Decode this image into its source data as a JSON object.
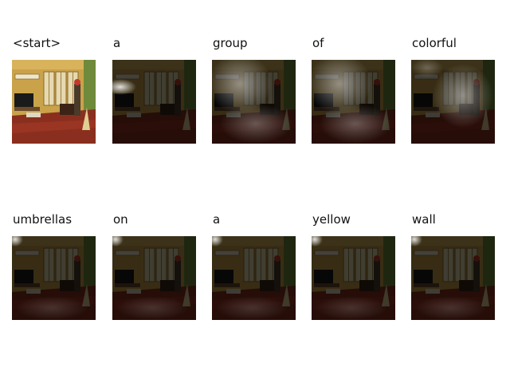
{
  "rows": [
    {
      "cells": [
        {
          "word": "<start>",
          "image": "room-original",
          "attention": "none"
        },
        {
          "word": "a",
          "image": "room-attention",
          "attention": "left-edge"
        },
        {
          "word": "group",
          "image": "room-attention",
          "attention": "diffuse-center"
        },
        {
          "word": "of",
          "image": "room-attention",
          "attention": "diffuse-center"
        },
        {
          "word": "colorful",
          "image": "room-attention",
          "attention": "diffuse-right"
        }
      ]
    },
    {
      "cells": [
        {
          "word": "umbrellas",
          "image": "room-attention",
          "attention": "top-left"
        },
        {
          "word": "on",
          "image": "room-attention",
          "attention": "top-left"
        },
        {
          "word": "a",
          "image": "room-attention",
          "attention": "top-left"
        },
        {
          "word": "yellow",
          "image": "room-attention",
          "attention": "top-left"
        },
        {
          "word": "wall",
          "image": "room-attention",
          "attention": "top-left"
        }
      ]
    }
  ]
}
